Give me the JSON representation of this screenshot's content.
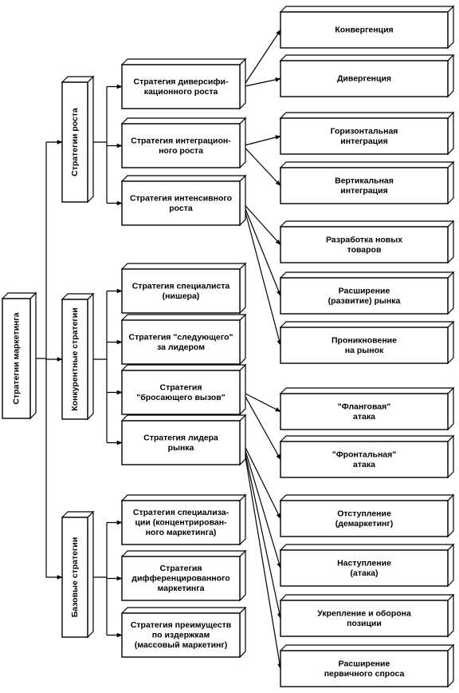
{
  "root": {
    "id": "root",
    "lines": [
      "Стратегии маркетинга"
    ]
  },
  "groups": [
    {
      "id": "g1",
      "lines": [
        "Стратегии роста"
      ]
    },
    {
      "id": "g2",
      "lines": [
        "Конкурентные стратегии"
      ]
    },
    {
      "id": "g3",
      "lines": [
        "Базовые стратегии"
      ]
    }
  ],
  "strategies": [
    {
      "id": "s1",
      "group": "g1",
      "lines": [
        "Стратегия диверсифи-",
        "кационного роста"
      ]
    },
    {
      "id": "s2",
      "group": "g1",
      "lines": [
        "Стратегия интеграцион-",
        "ного роста"
      ]
    },
    {
      "id": "s3",
      "group": "g1",
      "lines": [
        "Стратегия интенсивного",
        "роста"
      ]
    },
    {
      "id": "s4",
      "group": "g2",
      "lines": [
        "Стратегия специалиста",
        "(нишера)"
      ]
    },
    {
      "id": "s5",
      "group": "g2",
      "lines": [
        "Стратегия \"следующего\"",
        "за лидером"
      ]
    },
    {
      "id": "s6",
      "group": "g2",
      "lines": [
        "Стратегия",
        "\"бросающего вызов\""
      ]
    },
    {
      "id": "s7",
      "group": "g2",
      "lines": [
        "Стратегия лидера",
        "рынка"
      ]
    },
    {
      "id": "s8",
      "group": "g3",
      "lines": [
        "Стратегия специализа-",
        "ции (концентрирован-",
        "ного маркетинга)"
      ]
    },
    {
      "id": "s9",
      "group": "g3",
      "lines": [
        "Стратегия",
        "дифференцированного",
        "маркетинга"
      ]
    },
    {
      "id": "s10",
      "group": "g3",
      "lines": [
        "Стратегия преимуществ",
        "по издержкам",
        "(массовый маркетинг)"
      ]
    }
  ],
  "outcomes": [
    {
      "id": "o1",
      "from": "s1",
      "lines": [
        "Конвергенция"
      ]
    },
    {
      "id": "o2",
      "from": "s1",
      "lines": [
        "Дивергенция"
      ]
    },
    {
      "id": "o3",
      "from": "s2",
      "lines": [
        "Горизонтальная",
        "интеграция"
      ]
    },
    {
      "id": "o4",
      "from": "s2",
      "lines": [
        "Вертикальная",
        "интеграция"
      ]
    },
    {
      "id": "o5",
      "from": "s3",
      "lines": [
        "Разработка новых",
        "товаров"
      ]
    },
    {
      "id": "o6",
      "from": "s3",
      "lines": [
        "Расширение",
        "(развитие) рынка"
      ]
    },
    {
      "id": "o7",
      "from": "s3",
      "lines": [
        "Проникновение",
        "на рынок"
      ]
    },
    {
      "id": "o8",
      "from": "s6",
      "lines": [
        "\"Фланговая\"",
        "атака"
      ]
    },
    {
      "id": "o9",
      "from": "s6",
      "lines": [
        "\"Фронтальная\"",
        "атака"
      ]
    },
    {
      "id": "o10",
      "from": "s7",
      "lines": [
        "Отступление",
        "(демаркетинг)"
      ]
    },
    {
      "id": "o11",
      "from": "s7",
      "lines": [
        "Наступление",
        "(атака)"
      ]
    },
    {
      "id": "o12",
      "from": "s7",
      "lines": [
        "Укрепление и оборона",
        "позиции"
      ]
    },
    {
      "id": "o13",
      "from": "s7",
      "lines": [
        "Расширение",
        "первичного спроса"
      ]
    }
  ]
}
